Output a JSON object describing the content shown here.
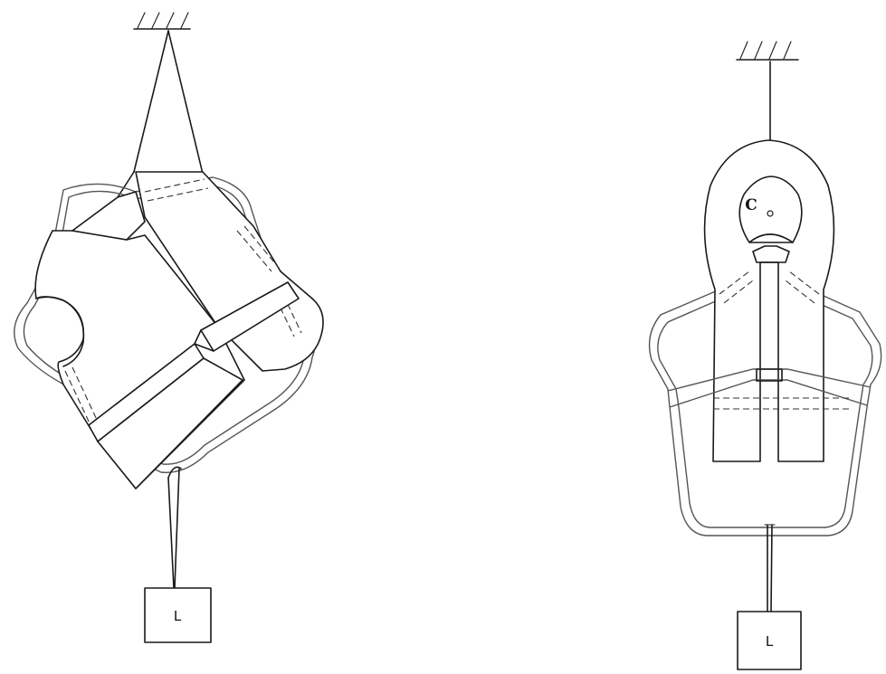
{
  "left_figure": {
    "load_label": "L"
  },
  "right_figure": {
    "load_label": "L",
    "center_label": "C"
  }
}
